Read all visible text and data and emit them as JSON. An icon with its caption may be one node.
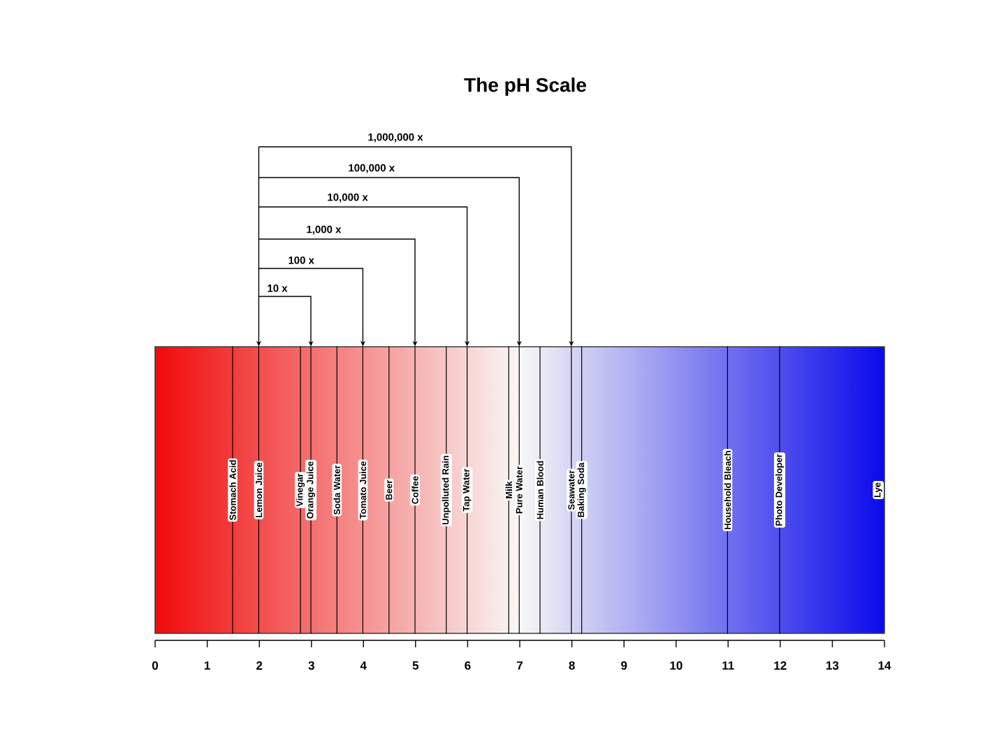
{
  "diagram": {
    "title": "The pH Scale",
    "nodes": [
      {
        "text": [],
        "shape": "bar"
      },
      {
        "text": [
          "Stomach Acid"
        ],
        "in": 0
      },
      {
        "text": [
          "Lemon Juice"
        ],
        "in": 0
      },
      {
        "text": [
          "Vinegar"
        ],
        "in": 0
      },
      {
        "text": [
          "Orange Juice"
        ],
        "in": 0
      },
      {
        "text": [
          "Soda Water"
        ],
        "in": 0
      },
      {
        "text": [
          "Tomato Juice"
        ],
        "in": 0
      },
      {
        "text": [
          "Beer"
        ],
        "in": 0
      },
      {
        "text": [
          "Coffee"
        ],
        "in": 0
      },
      {
        "text": [
          "Unpolluted Rain"
        ],
        "in": 0
      },
      {
        "text": [
          "Tap Water"
        ],
        "in": 0
      },
      {
        "text": [
          "Milk"
        ],
        "in": 0
      },
      {
        "text": [
          "Pure Water"
        ],
        "in": 0
      },
      {
        "text": [
          "Human Blood"
        ],
        "in": 0
      },
      {
        "text": [
          "Seawater"
        ],
        "in": 0
      },
      {
        "text": [
          "Baking Soda"
        ],
        "in": 0
      },
      {
        "text": [
          "Household Bleach"
        ],
        "in": 0
      },
      {
        "text": [
          "Photo Developer"
        ],
        "in": 0
      },
      {
        "text": [
          "Lye"
        ],
        "in": 0
      }
    ],
    "edges": [
      {
        "from": 2,
        "to": 4,
        "arrow": "both",
        "label": "10 x"
      },
      {
        "from": 2,
        "to": 6,
        "arrow": "both",
        "label": "100 x"
      },
      {
        "from": 2,
        "to": 8,
        "arrow": "both",
        "label": "1,000 x"
      },
      {
        "from": 2,
        "to": 10,
        "arrow": "both",
        "label": "10,000 x"
      },
      {
        "from": 2,
        "to": 12,
        "arrow": "both",
        "label": "100,000 x"
      },
      {
        "from": 2,
        "to": 14,
        "arrow": "both",
        "label": "1,000,000 x"
      }
    ],
    "labels": [
      "0",
      "1",
      "2",
      "3",
      "4",
      "5",
      "6",
      "7",
      "8",
      "9",
      "10",
      "11",
      "12",
      "13",
      "14"
    ]
  }
}
